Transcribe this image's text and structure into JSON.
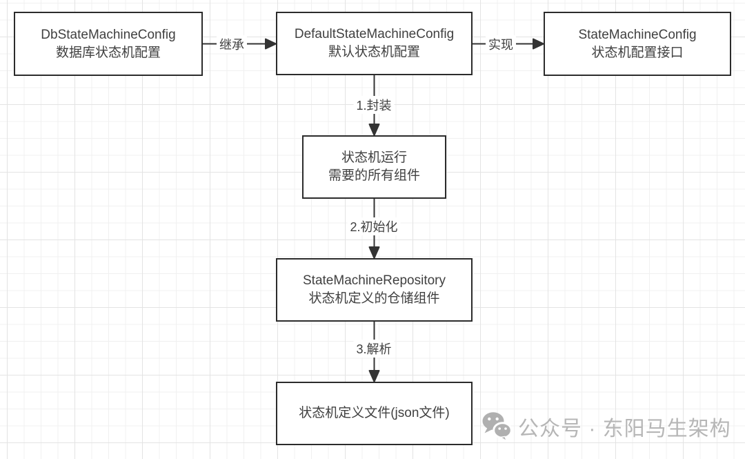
{
  "diagram": {
    "nodes": [
      {
        "id": "db-state-machine-config",
        "line1": "DbStateMachineConfig",
        "line2": "数据库状态机配置"
      },
      {
        "id": "default-state-machine-config",
        "line1": "DefaultStateMachineConfig",
        "line2": "默认状态机配置"
      },
      {
        "id": "state-machine-config-interface",
        "line1": "StateMachineConfig",
        "line2": "状态机配置接口"
      },
      {
        "id": "runtime-components",
        "line1": "状态机运行",
        "line2": "需要的所有组件"
      },
      {
        "id": "state-machine-repository",
        "line1": "StateMachineRepository",
        "line2": "状态机定义的仓储组件"
      },
      {
        "id": "state-machine-definition-file",
        "line1": "状态机定义文件(json文件)"
      }
    ],
    "edges": [
      {
        "id": "inherit",
        "label": "继承",
        "from": "db-state-machine-config",
        "to": "default-state-machine-config"
      },
      {
        "id": "implement",
        "label": "实现",
        "from": "default-state-machine-config",
        "to": "state-machine-config-interface"
      },
      {
        "id": "step1-wrap",
        "label": "1.封装",
        "from": "default-state-machine-config",
        "to": "runtime-components"
      },
      {
        "id": "step2-init",
        "label": "2.初始化",
        "from": "runtime-components",
        "to": "state-machine-repository"
      },
      {
        "id": "step3-parse",
        "label": "3.解析",
        "from": "state-machine-repository",
        "to": "state-machine-definition-file"
      }
    ],
    "watermark": {
      "icon": "wechat-icon",
      "text": "公众号 · 东阳马生架构"
    },
    "colors": {
      "background": "#ffffff",
      "grid_minor": "#f0f0f0",
      "grid_major": "#e3e3e3",
      "node_border": "#2b2b2b",
      "node_fill": "#ffffff",
      "node_text": "#404040",
      "arrow": "#333333",
      "watermark": "#b6b6b6"
    }
  }
}
